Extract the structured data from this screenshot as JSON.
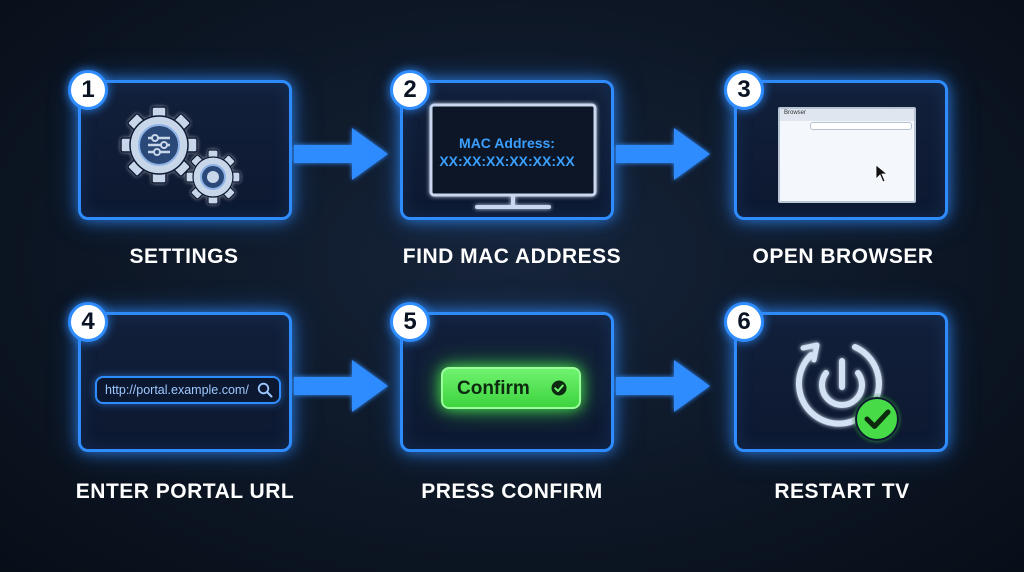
{
  "steps": [
    {
      "number": "1",
      "label": "SETTINGS",
      "icon": "gears-icon"
    },
    {
      "number": "2",
      "label": "FIND MAC ADDRESS",
      "icon": "monitor-icon",
      "screen_title": "MAC Address:",
      "screen_value": "XX:XX:XX:XX:XX:XX"
    },
    {
      "number": "3",
      "label": "OPEN BROWSER",
      "icon": "browser-window-icon",
      "tab_label": "Browser"
    },
    {
      "number": "4",
      "label": "ENTER PORTAL URL",
      "icon": "search-icon",
      "url_value": "http://portal.example.com/"
    },
    {
      "number": "5",
      "label": "PRESS CONFIRM",
      "icon": "check-circle-icon",
      "button_label": "Confirm"
    },
    {
      "number": "6",
      "label": "RESTART TV",
      "icon": "power-restart-icon"
    }
  ],
  "colors": {
    "accent": "#2f8cff",
    "background": "#0d1726",
    "success": "#46dc46",
    "text": "#ffffff"
  }
}
